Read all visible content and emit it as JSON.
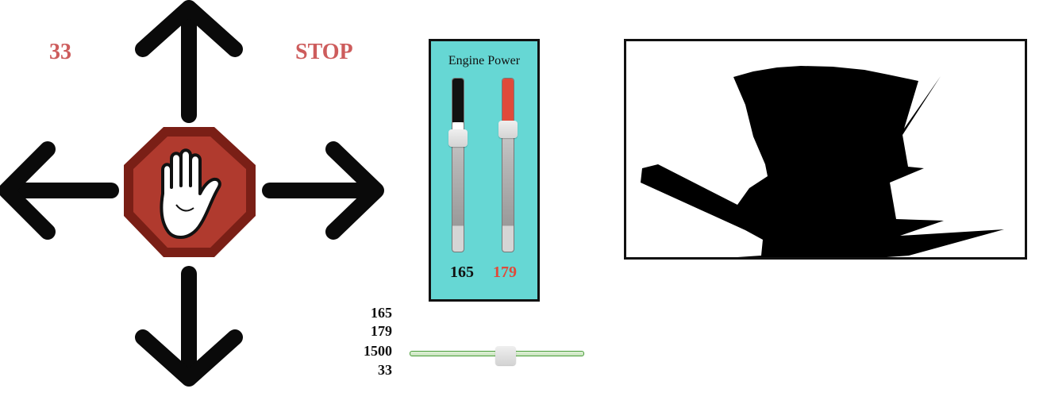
{
  "top_bar": {
    "speed_value": "33",
    "status_text": "STOP"
  },
  "dpad": {
    "up_icon": "arrow-up-icon",
    "down_icon": "arrow-down-icon",
    "left_icon": "arrow-left-icon",
    "right_icon": "arrow-right-icon",
    "stop_icon": "stop-hand-icon"
  },
  "engine_power": {
    "title": "Engine Power",
    "left_motor": {
      "value": "165",
      "fill_color": "#111111",
      "level_fraction": 0.647
    },
    "right_motor": {
      "value": "179",
      "fill_color": "#e04a3a",
      "level_fraction": 0.702
    }
  },
  "values_stack": [
    "165",
    "179",
    "1500",
    "33"
  ],
  "speed_slider": {
    "value_fraction": 0.55
  },
  "radar": {
    "description": "sonar-scan-view"
  },
  "colors": {
    "status_text": "#cd5c5c",
    "panel_bg": "#66d7d4",
    "stop_sign": "#b03a2e",
    "right_motor_accent": "#e04a3a"
  }
}
